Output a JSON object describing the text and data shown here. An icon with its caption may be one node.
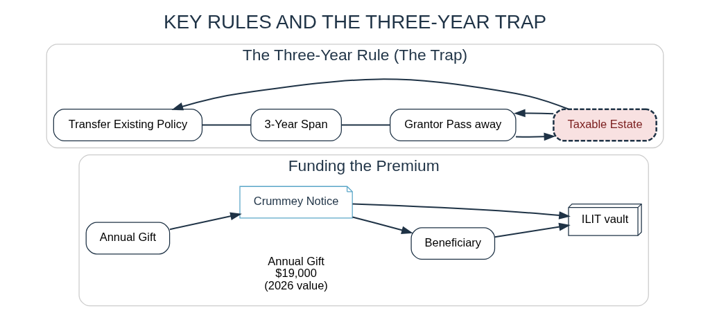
{
  "diagram": {
    "title": "KEY RULES AND THE THREE-YEAR TRAP",
    "nodes": [
      {
        "text": [
          "Funding the Premium"
        ]
      },
      {
        "text": [
          "The Three-Year Rule (The Trap)"
        ]
      },
      {
        "text": [
          "Annual Gift"
        ],
        "in": 0,
        "beside": [
          "Annual Gift",
          "$19,000",
          "(2026 value)"
        ]
      },
      {
        "text": [
          "Crummey Notice"
        ],
        "in": 0
      },
      {
        "text": [
          "Beneficiary"
        ],
        "in": 0
      },
      {
        "text": [
          "ILIT vault"
        ],
        "in": 0
      },
      {
        "text": [
          "Transfer Existing Policy"
        ],
        "in": 1
      },
      {
        "text": [
          "3-Year Span"
        ],
        "in": 1
      },
      {
        "text": [
          "Grantor Pass away"
        ],
        "in": 1
      },
      {
        "text": [
          "Taxable Estate"
        ],
        "in": 1
      }
    ],
    "edges": [
      {
        "from": 2,
        "to": 3,
        "arrow": "to"
      },
      {
        "from": 3,
        "to": 4,
        "arrow": "to"
      },
      {
        "from": 4,
        "to": 5,
        "arrow": "to"
      },
      {
        "from": 3,
        "to": 5,
        "arrow": "to"
      },
      {
        "from": 6,
        "to": 7,
        "arrow": "none"
      },
      {
        "from": 7,
        "to": 8,
        "arrow": "none"
      },
      {
        "from": 8,
        "to": 9,
        "arrow": "to"
      },
      {
        "from": 9,
        "to": 6,
        "arrow": "to"
      },
      {
        "from": 9,
        "to": 8,
        "arrow": "to"
      }
    ]
  }
}
